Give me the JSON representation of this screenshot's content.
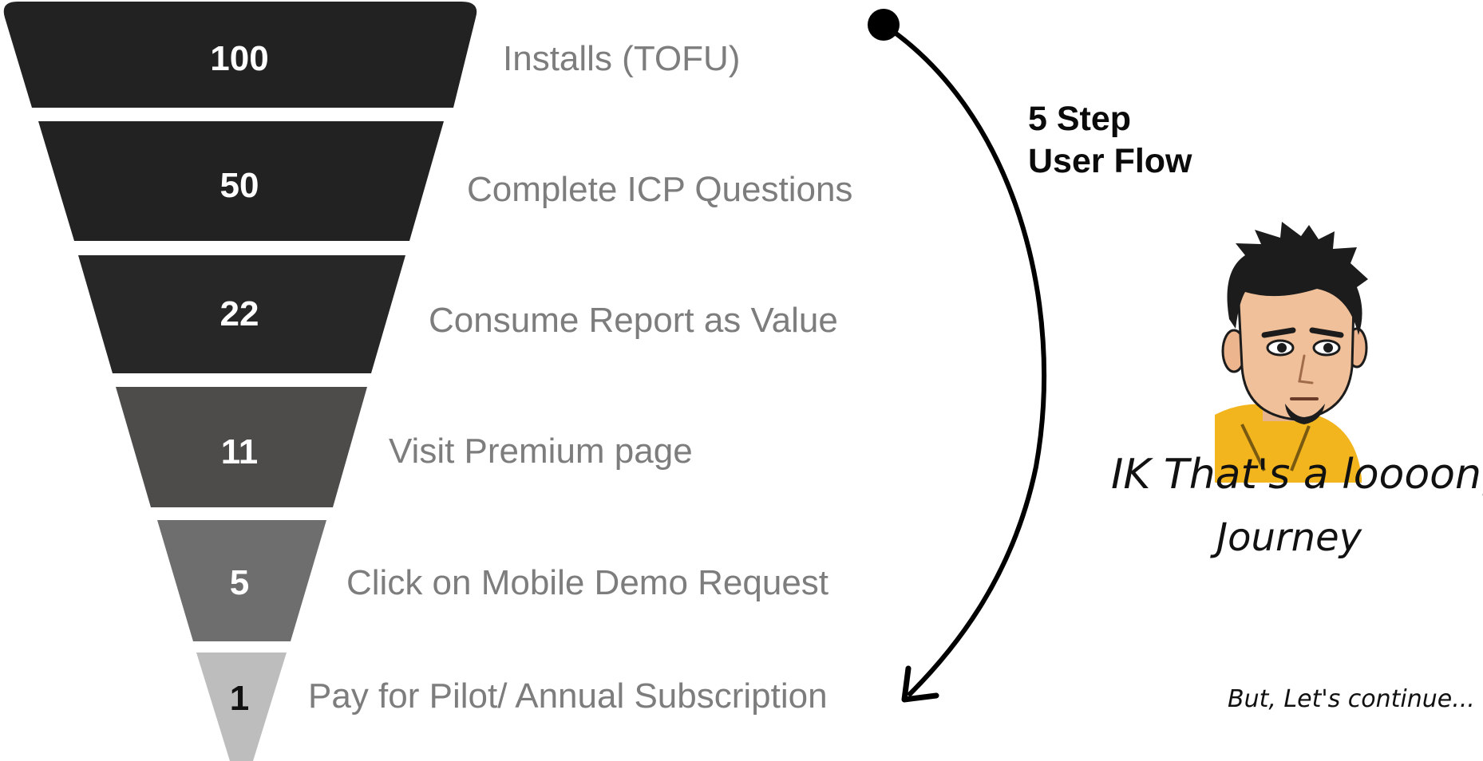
{
  "funnel": {
    "stages": [
      {
        "value": "100",
        "label": "Installs (TOFU)",
        "fill": "#222222",
        "value_color": "#ffffff"
      },
      {
        "value": "50",
        "label": "Complete ICP Questions",
        "fill": "#222222",
        "value_color": "#ffffff"
      },
      {
        "value": "22",
        "label": "Consume Report as Value",
        "fill": "#272727",
        "value_color": "#ffffff"
      },
      {
        "value": "11",
        "label": "Visit Premium page",
        "fill": "#4e4b4b",
        "value_color": "#ffffff"
      },
      {
        "value": "5",
        "label": "Click on Mobile Demo Request",
        "fill": "#6e6e6e",
        "value_color": "#ffffff"
      },
      {
        "value": "1",
        "label": "Pay for Pilot/ Annual Subscription",
        "fill": "#bdbdbd",
        "value_color": "#111111"
      }
    ]
  },
  "flow": {
    "title_line1": "5 Step",
    "title_line2": "User Flow"
  },
  "caption": {
    "line1": "IK That's a loooong",
    "line2": "Journey",
    "footer": "But, Let's continue..."
  },
  "icons": {
    "arrow": "curved-arrow-icon",
    "avatar": "cartoon-avatar"
  },
  "colors": {
    "label": "#7d7d7d",
    "hoodie": "#f2b51e",
    "hair": "#1c1c1c",
    "skin": "#f0c09a"
  }
}
